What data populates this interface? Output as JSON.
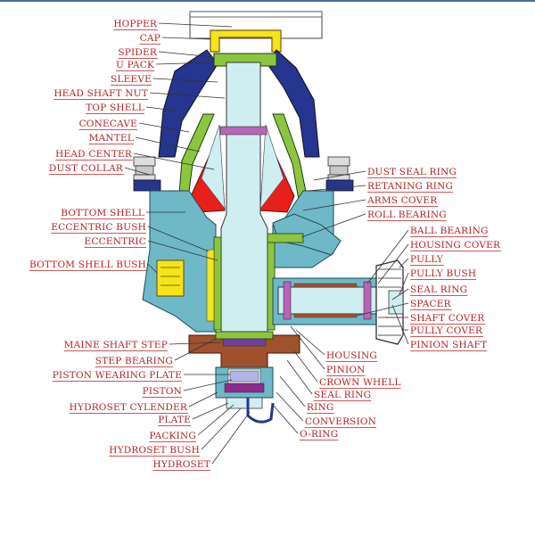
{
  "colors": {
    "label_text": "#b52222",
    "shell_blue": "#26358f",
    "light_cyan": "#cfeef2",
    "mantel_red": "#e8201b",
    "concave_green": "#8cc63f",
    "eccentric_yellow": "#f4e41a",
    "gear_brown": "#a0522d",
    "piston_purple": "#8e2a8e",
    "teal_body": "#6fb8c8"
  },
  "labels_left": [
    "HOPPER",
    "CAP",
    "SPIDER",
    "U PACK",
    "SLEEVE",
    "HEAD SHAFT NUT",
    "TOP SHELL",
    "CONECAVE",
    "MANTEL",
    "HEAD CENTER",
    "DUST COLLAR",
    "BOTTOM SHELL",
    "ECCENTRIC BUSH",
    "ECCENTRIC",
    "BOTTOM SHELL BUSH",
    "MAINE SHAFT STEP",
    "STEP BEARING",
    "PISTON WEARING PLATE",
    "PISTON",
    "HYDROSET CYLENDER",
    "PLATE",
    "PACKING",
    "HYDROSET BUSH",
    "HYDROSET"
  ],
  "labels_right": [
    "DUST SEAL RING",
    "RETANING RING",
    "ARMS COVER",
    "ROLL BEARING",
    "BALL BEARING",
    "HOUSING COVER",
    "PULLY",
    "PULLY BUSH",
    "SEAL RING",
    "SPACER",
    "SHAFT COVER",
    "PULLY COVER",
    "PINION SHAFT",
    "HOUSING",
    "PINION",
    "CROWN WHELL",
    "SEAL RING",
    "RING",
    "CONVERSION",
    "O-RING"
  ]
}
